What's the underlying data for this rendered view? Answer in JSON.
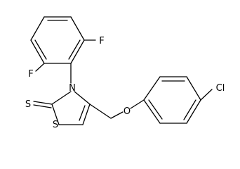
{
  "molecule": {
    "atoms": {
      "F_top_left": "F",
      "F_top_right": "F",
      "N_ring": "N",
      "S_exo": "S",
      "S_ring": "S",
      "O_ether": "O",
      "Cl": "Cl"
    },
    "colors": {
      "bond": "#000000",
      "label": "#000000",
      "background": "#ffffff"
    }
  }
}
